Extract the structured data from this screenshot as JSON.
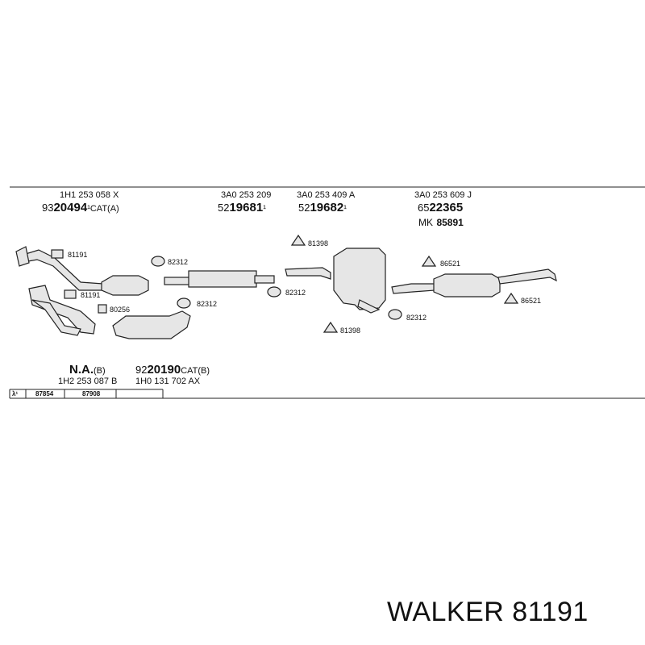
{
  "header_parts": [
    {
      "oe": "1H1 253 058 X",
      "prefix": "93",
      "main": "20494",
      "suffix": "¹CAT(A)"
    },
    {
      "oe": "3A0 253 209",
      "prefix": "52",
      "main": "19681",
      "suffix": "¹"
    },
    {
      "oe": "3A0 253 409 A",
      "prefix": "52",
      "main": "19682",
      "suffix": "¹"
    },
    {
      "oe": "3A0 253 609 J",
      "prefix": "65",
      "main": "22365",
      "suffix": ""
    }
  ],
  "mk": {
    "prefix": "MK",
    "number": "85891"
  },
  "callouts": [
    "81191",
    "81191",
    "80256",
    "82312",
    "82312",
    "82312",
    "81398",
    "81398",
    "82312",
    "86521",
    "86521"
  ],
  "bottom_parts": {
    "na": "N.A.",
    "na_suffix": "(B)",
    "cat_prefix": "92",
    "cat_main": "20190",
    "cat_suffix": "CAT(B)",
    "oe_left": "1H2 253 087 B",
    "oe_right": "1H0 131 702 AX"
  },
  "lambda_table": {
    "symbol": "λ¹",
    "cells": [
      "87854",
      "87908"
    ]
  },
  "brand": {
    "name": "WALKER",
    "part_number": "81191"
  }
}
